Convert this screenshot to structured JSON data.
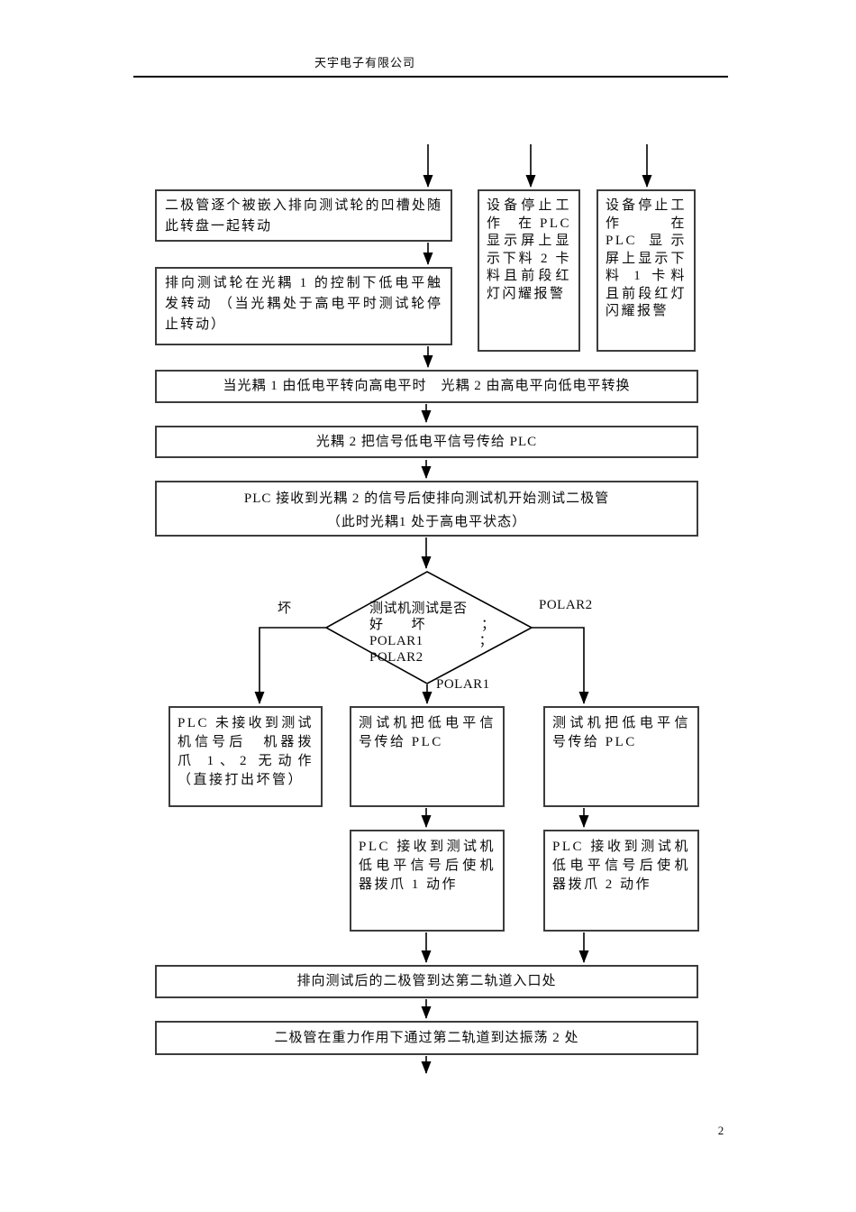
{
  "page": {
    "header_title": "天宇电子有限公司",
    "page_number": "2"
  },
  "colors": {
    "ink": "#000000",
    "paper": "#ffffff"
  },
  "flow": {
    "box_embed": "二极管逐个被嵌入排向测试轮的凹槽处随此转盘一起转动",
    "box_wheel": "排向测试轮在光耦 1 的控制下低电平触发转动 （当光耦处于高电平时测试轮停止转动）",
    "box_stop2": "设备停止工作　在 PLC 显示屏上显示下料 2 卡料且前段红灯闪耀报警",
    "box_stop1": "设备停止工作　在 PLC 显示屏上显示下料 1 卡料且前段红灯闪耀报警",
    "bar_transition": "当光耦 1 由低电平转向高电平时　光耦 2 由高电平向低电平转换",
    "bar_signal": "光耦 2 把信号低电平信号传给 PLC",
    "box_plc_line1": "PLC 接收到光耦 2 的信号后使排向测试机开始测试二极管",
    "box_plc_line2": "（此时光耦1 处于高电平状态）",
    "decision_lines": [
      "测试机测试是否",
      "好　　坏　　　　；",
      "POLAR1　　　　；",
      "POLAR2"
    ],
    "label_bad": "坏",
    "label_polar2": "POLAR2",
    "label_polar1": "POLAR1",
    "box_no_signal": "PLC 未接收到测试机信号后　机器拨爪 1、2 无动作（直接打出坏管）",
    "box_low_mid": "测试机把低电平信号传给 PLC",
    "box_low_right": "测试机把低电平信号传给 PLC",
    "box_claw1": "PLC 接收到测试机低电平信号后使机器拨爪 1 动作",
    "box_claw2": "PLC 接收到测试机低电平信号后使机器拨爪 2 动作",
    "bar_arrive": "排向测试后的二极管到达第二轨道入口处",
    "bar_gravity": "二极管在重力作用下通过第二轨道到达振荡 2 处"
  }
}
